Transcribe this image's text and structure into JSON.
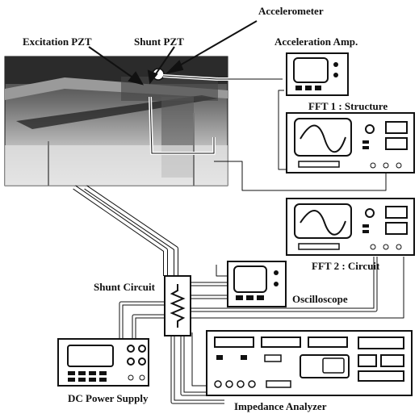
{
  "labels": {
    "accelerometer": "Accelerometer",
    "excitation_pzt": "Excitation PZT",
    "shunt_pzt": "Shunt PZT",
    "acceleration_amp": "Acceleration Amp.",
    "fft1": "FFT 1 : Structure",
    "fft2": "FFT 2 : Circuit",
    "shunt_circuit": "Shunt Circuit",
    "oscilloscope": "Oscilloscope",
    "dc_power_supply": "DC Power Supply",
    "impedance_analyzer": "Impedance Analyzer"
  },
  "colors": {
    "ink": "#111111",
    "photo_dark": "#3a3a3a",
    "photo_mid": "#8a8a8a",
    "photo_light": "#d0d0d0",
    "panel": "#ffffff"
  }
}
